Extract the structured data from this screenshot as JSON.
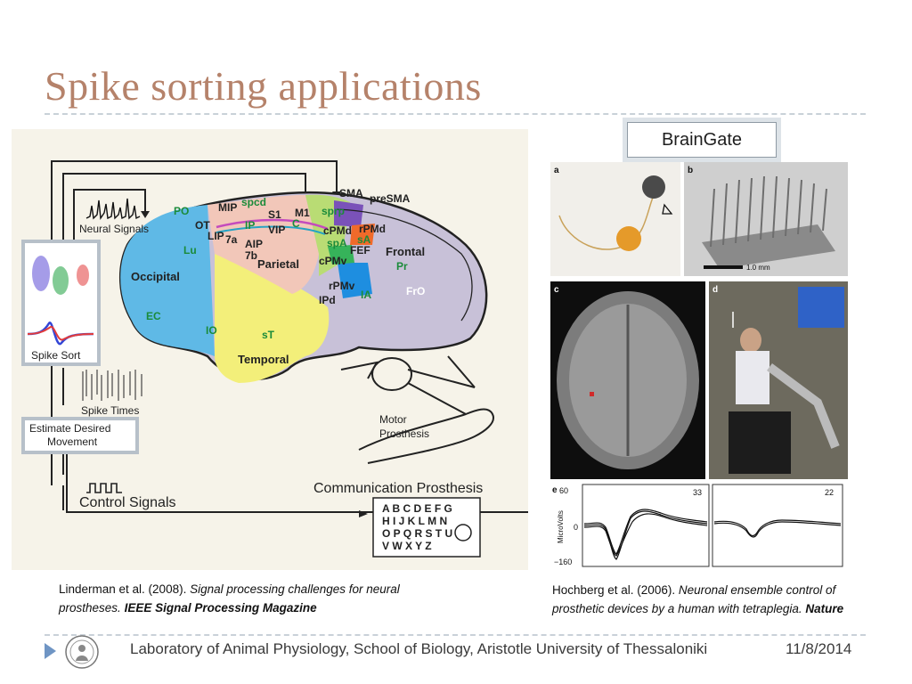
{
  "slide": {
    "title": "Spike sorting applications"
  },
  "left_figure": {
    "regions": {
      "occipital": "Occipital",
      "parietal": "Parietal",
      "temporal": "Temporal",
      "frontal": "Frontal"
    },
    "areas": [
      "PO",
      "MIP",
      "spcd",
      "S1",
      "M1",
      "SMA",
      "preSMA",
      "OT",
      "LIP",
      "7a",
      "IP",
      "VIP",
      "C",
      "sprp",
      "cPMd",
      "rPMd",
      "sA",
      "spA",
      "FEF",
      "AIP",
      "7b",
      "cPMv",
      "Lu",
      "Pr",
      "rPMv",
      "EC",
      "IPd",
      "IA",
      "FrO",
      "IO",
      "sT"
    ],
    "neural_signals_label": "Neural Signals",
    "spike_sort_label": "Spike Sort",
    "spike_times_label": "Spike Times",
    "estimate_label_line1": "Estimate Desired",
    "estimate_label_line2": "Movement",
    "control_signals_label": "Control Signals",
    "communication_label": "Communication Prosthesis",
    "motor_label_line1": "Motor",
    "motor_label_line2": "Prosthesis",
    "letter_rows": [
      "A B C D E F G",
      "H I J K L M N",
      "O P Q R S T U",
      "V W X Y Z"
    ]
  },
  "braingate": {
    "label": "BrainGate"
  },
  "right_figure": {
    "panel_labels": [
      "a",
      "b",
      "c",
      "d",
      "e"
    ],
    "scale_bar_label": "1.0 mm",
    "ylabel": "MicroVolts",
    "y_ticks": [
      "60",
      "0",
      "−160"
    ],
    "unit_numbers": [
      "33",
      "22"
    ]
  },
  "citations": {
    "left": {
      "authors": "Linderman et al. (2008).",
      "title": "Signal processing challenges for neural prostheses.",
      "journal": "IEEE Signal Processing Magazine"
    },
    "right": {
      "authors": "Hochberg et al. (2006).",
      "title": "Neuronal ensemble control of prosthetic devices by a human with tetraplegia.",
      "journal": "Nature"
    }
  },
  "footer": {
    "institution": "Laboratory of Animal Physiology, School of Biology, Aristotle University of Thessaloniki",
    "date": "11/8/2014"
  },
  "colors": {
    "title": "#b5826a",
    "occipital": "#5fb9e6",
    "temporal": "#f3ef7a",
    "parietal": "#f2c7b9",
    "frontal": "#c8c1d8",
    "footer_arrow": "#6f95c4"
  }
}
